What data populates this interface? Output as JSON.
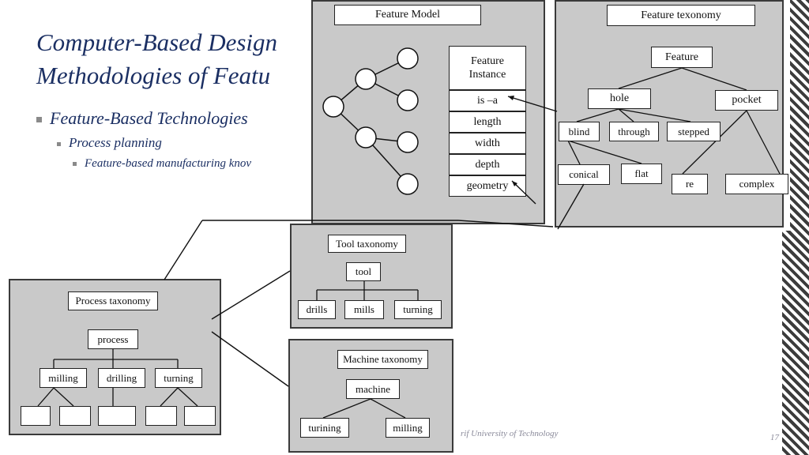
{
  "slide": {
    "title_line1": "Computer-Based Design",
    "title_line2": "Methodologies of Featu",
    "bullet1": "Feature-Based Technologies",
    "bullet2": "Process planning",
    "bullet3": "Feature-based manufacturing knov",
    "footer": "rif University of Technology",
    "page_number": "17"
  },
  "feature_model": {
    "title": "Feature Model",
    "instance_header": "Feature\nInstance",
    "attributes": [
      "is –a",
      "length",
      "width",
      "depth",
      "geometry"
    ]
  },
  "feature_taxonomy": {
    "title": "Feature texonomy",
    "root": "Feature",
    "level1": [
      "hole",
      "pocket"
    ],
    "hole_children": [
      "blind",
      "through",
      "stepped"
    ],
    "blind_children": [
      "conical",
      "flat"
    ],
    "pocket_children": [
      "re",
      "complex"
    ]
  },
  "tool_taxonomy": {
    "title": "Tool taxonomy",
    "root": "tool",
    "children": [
      "drills",
      "mills",
      "turning"
    ]
  },
  "process_taxonomy": {
    "title": "Process taxonomy",
    "root": "process",
    "children": [
      "milling",
      "drilling",
      "turning"
    ]
  },
  "machine_taxonomy": {
    "title": "Machine taxonomy",
    "root": "machine",
    "children": [
      "turining",
      "milling"
    ]
  }
}
